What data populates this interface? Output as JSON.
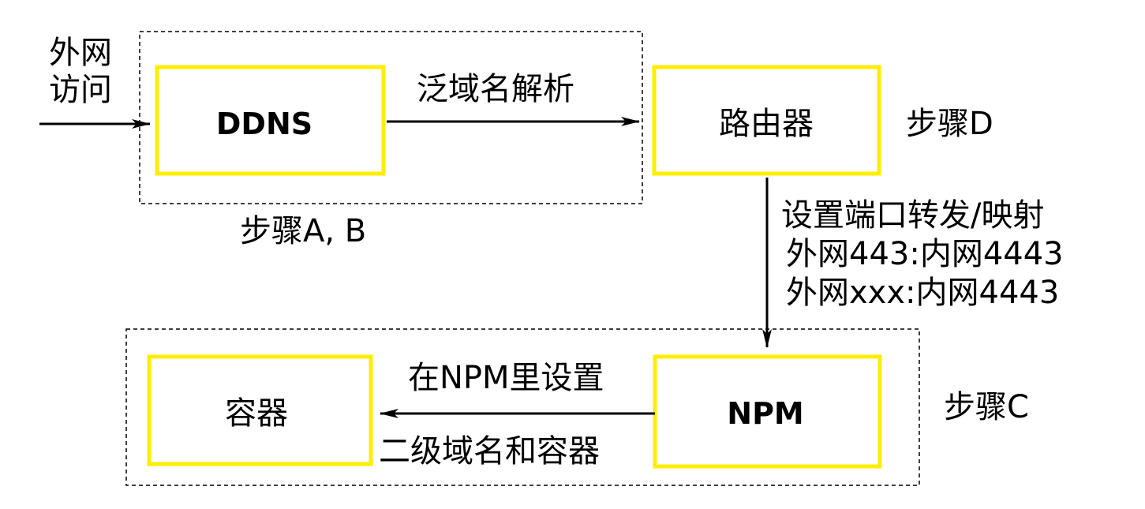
{
  "colors": {
    "node_border": "#ffee00",
    "group_border": "#000000",
    "arrow": "#000000",
    "text": "#000000",
    "background": "#ffffff"
  },
  "nodes": {
    "ddns": "DDNS",
    "router": "路由器",
    "npm": "NPM",
    "container": "容器"
  },
  "labels": {
    "external_access_line1": "外网",
    "external_access_line2": "访问",
    "wildcard_dns": "泛域名解析",
    "port_forward_line1": "设置端口转发/映射",
    "port_forward_line2": "外网443:内网4443",
    "port_forward_line3": "外网xxx:内网4443",
    "npm_config_line1": "在NPM里设置",
    "npm_config_line2": "二级域名和容器"
  },
  "steps": {
    "step_ab": "步骤A, B",
    "step_c": "步骤C",
    "step_d": "步骤D"
  }
}
